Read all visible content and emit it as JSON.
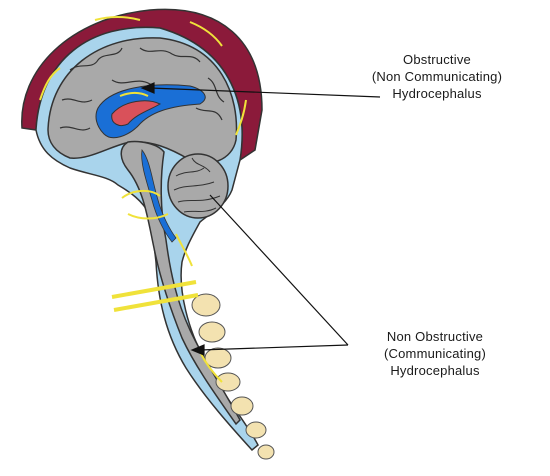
{
  "labels": {
    "obstructive": [
      "Obstructive",
      "(Non Communicating)",
      "Hydrocephalus"
    ],
    "non_obstructive": [
      "Non Obstructive",
      "(Communicating)",
      "Hydrocephalus"
    ]
  },
  "colors": {
    "csf": "#a9d4ec",
    "brain": "#a9a9a9",
    "skull": "#8b1a3a",
    "ventricle": "#1a6fd6",
    "choroid": "#d9515a",
    "flow_arrows": "#f0e23a",
    "vertebra": "#f3e2b0",
    "outline": "#333333"
  }
}
